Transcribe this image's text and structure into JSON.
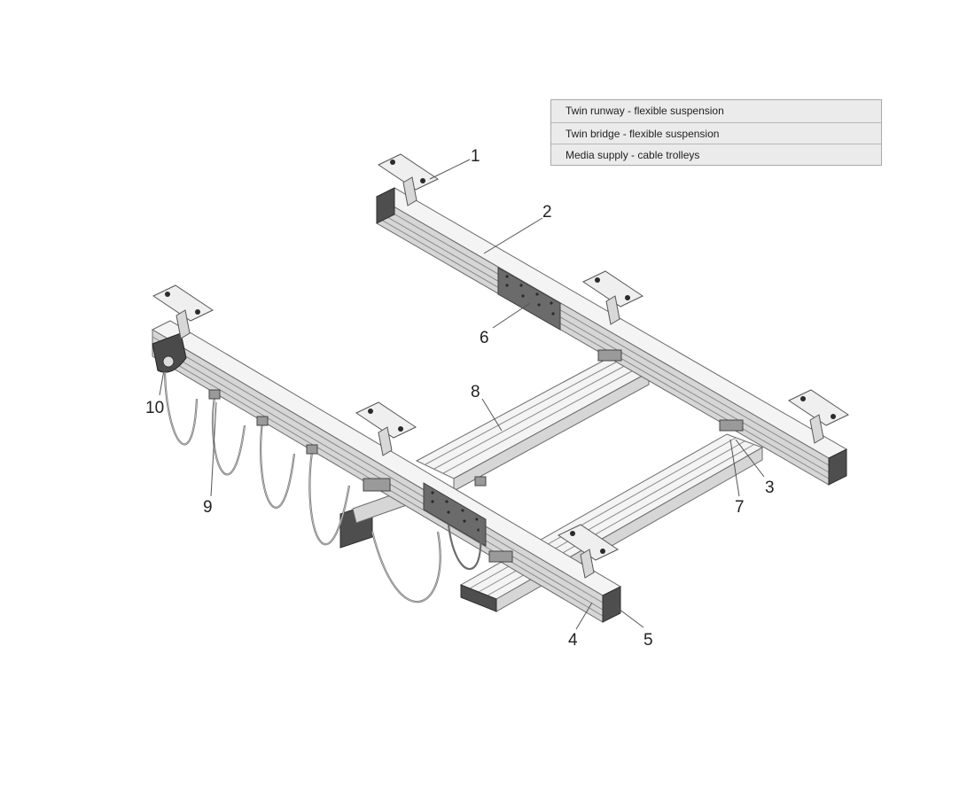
{
  "legend": {
    "rows": [
      "Twin runway - flexible suspension",
      "Twin bridge - flexible suspension",
      "Media supply - cable trolleys"
    ]
  },
  "callouts": [
    "1",
    "2",
    "3",
    "4",
    "5",
    "6",
    "7",
    "8",
    "9",
    "10"
  ]
}
